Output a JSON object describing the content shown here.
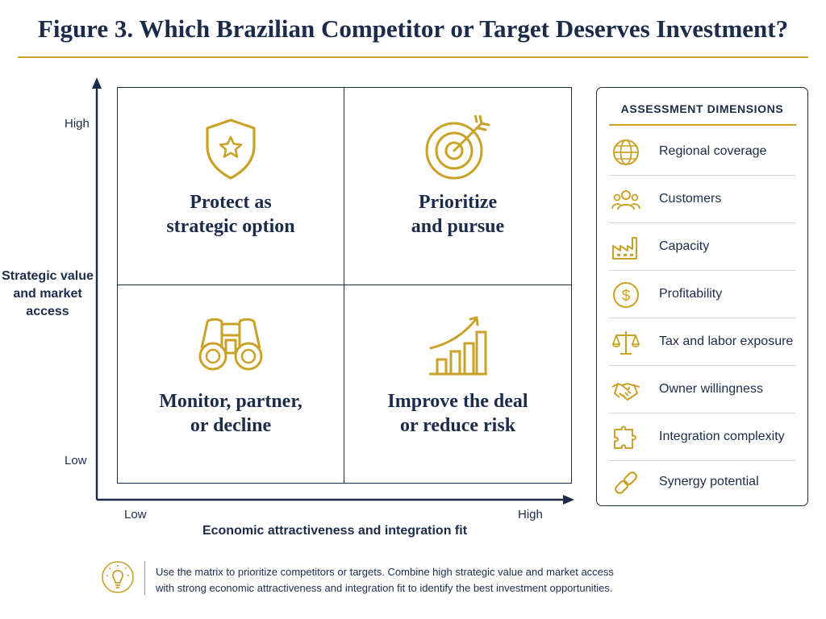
{
  "title": "Figure 3. Which Brazilian Competitor or Target Deserves Investment?",
  "axes": {
    "y_label": "Strategic value and market access",
    "y_high": "High",
    "y_low": "Low",
    "x_label": "Economic attractiveness and integration fit",
    "x_low": "Low",
    "x_high": "High"
  },
  "quadrants": {
    "top_left": {
      "line1": "Protect as",
      "line2": "strategic option",
      "icon": "shield-star-icon"
    },
    "top_right": {
      "line1": "Prioritize",
      "line2": "and pursue",
      "icon": "target-arrow-icon"
    },
    "bottom_left": {
      "line1": "Monitor, partner,",
      "line2": "or decline",
      "icon": "binoculars-icon"
    },
    "bottom_right": {
      "line1": "Improve the deal",
      "line2": "or reduce risk",
      "icon": "growth-chart-icon"
    }
  },
  "panel": {
    "title": "ASSESSMENT DIMENSIONS",
    "items": [
      {
        "label": "Regional coverage",
        "icon": "globe-icon"
      },
      {
        "label": "Customers",
        "icon": "people-icon"
      },
      {
        "label": "Capacity",
        "icon": "factory-icon"
      },
      {
        "label": "Profitability",
        "icon": "dollar-icon"
      },
      {
        "label": "Tax and labor exposure",
        "icon": "scales-icon"
      },
      {
        "label": "Owner willingness",
        "icon": "handshake-icon"
      },
      {
        "label": "Integration complexity",
        "icon": "puzzle-icon"
      },
      {
        "label": "Synergy potential",
        "icon": "link-icon"
      }
    ]
  },
  "note": {
    "icon": "lightbulb-icon",
    "line1": "Use the matrix to prioritize competitors or targets. Combine high strategic value and market access",
    "line2": "with strong economic attractiveness and integration fit to identify the best investment opportunities."
  },
  "colors": {
    "navy": "#1c2b4a",
    "gold": "#c9a227",
    "divider": "#d7d7d7"
  }
}
